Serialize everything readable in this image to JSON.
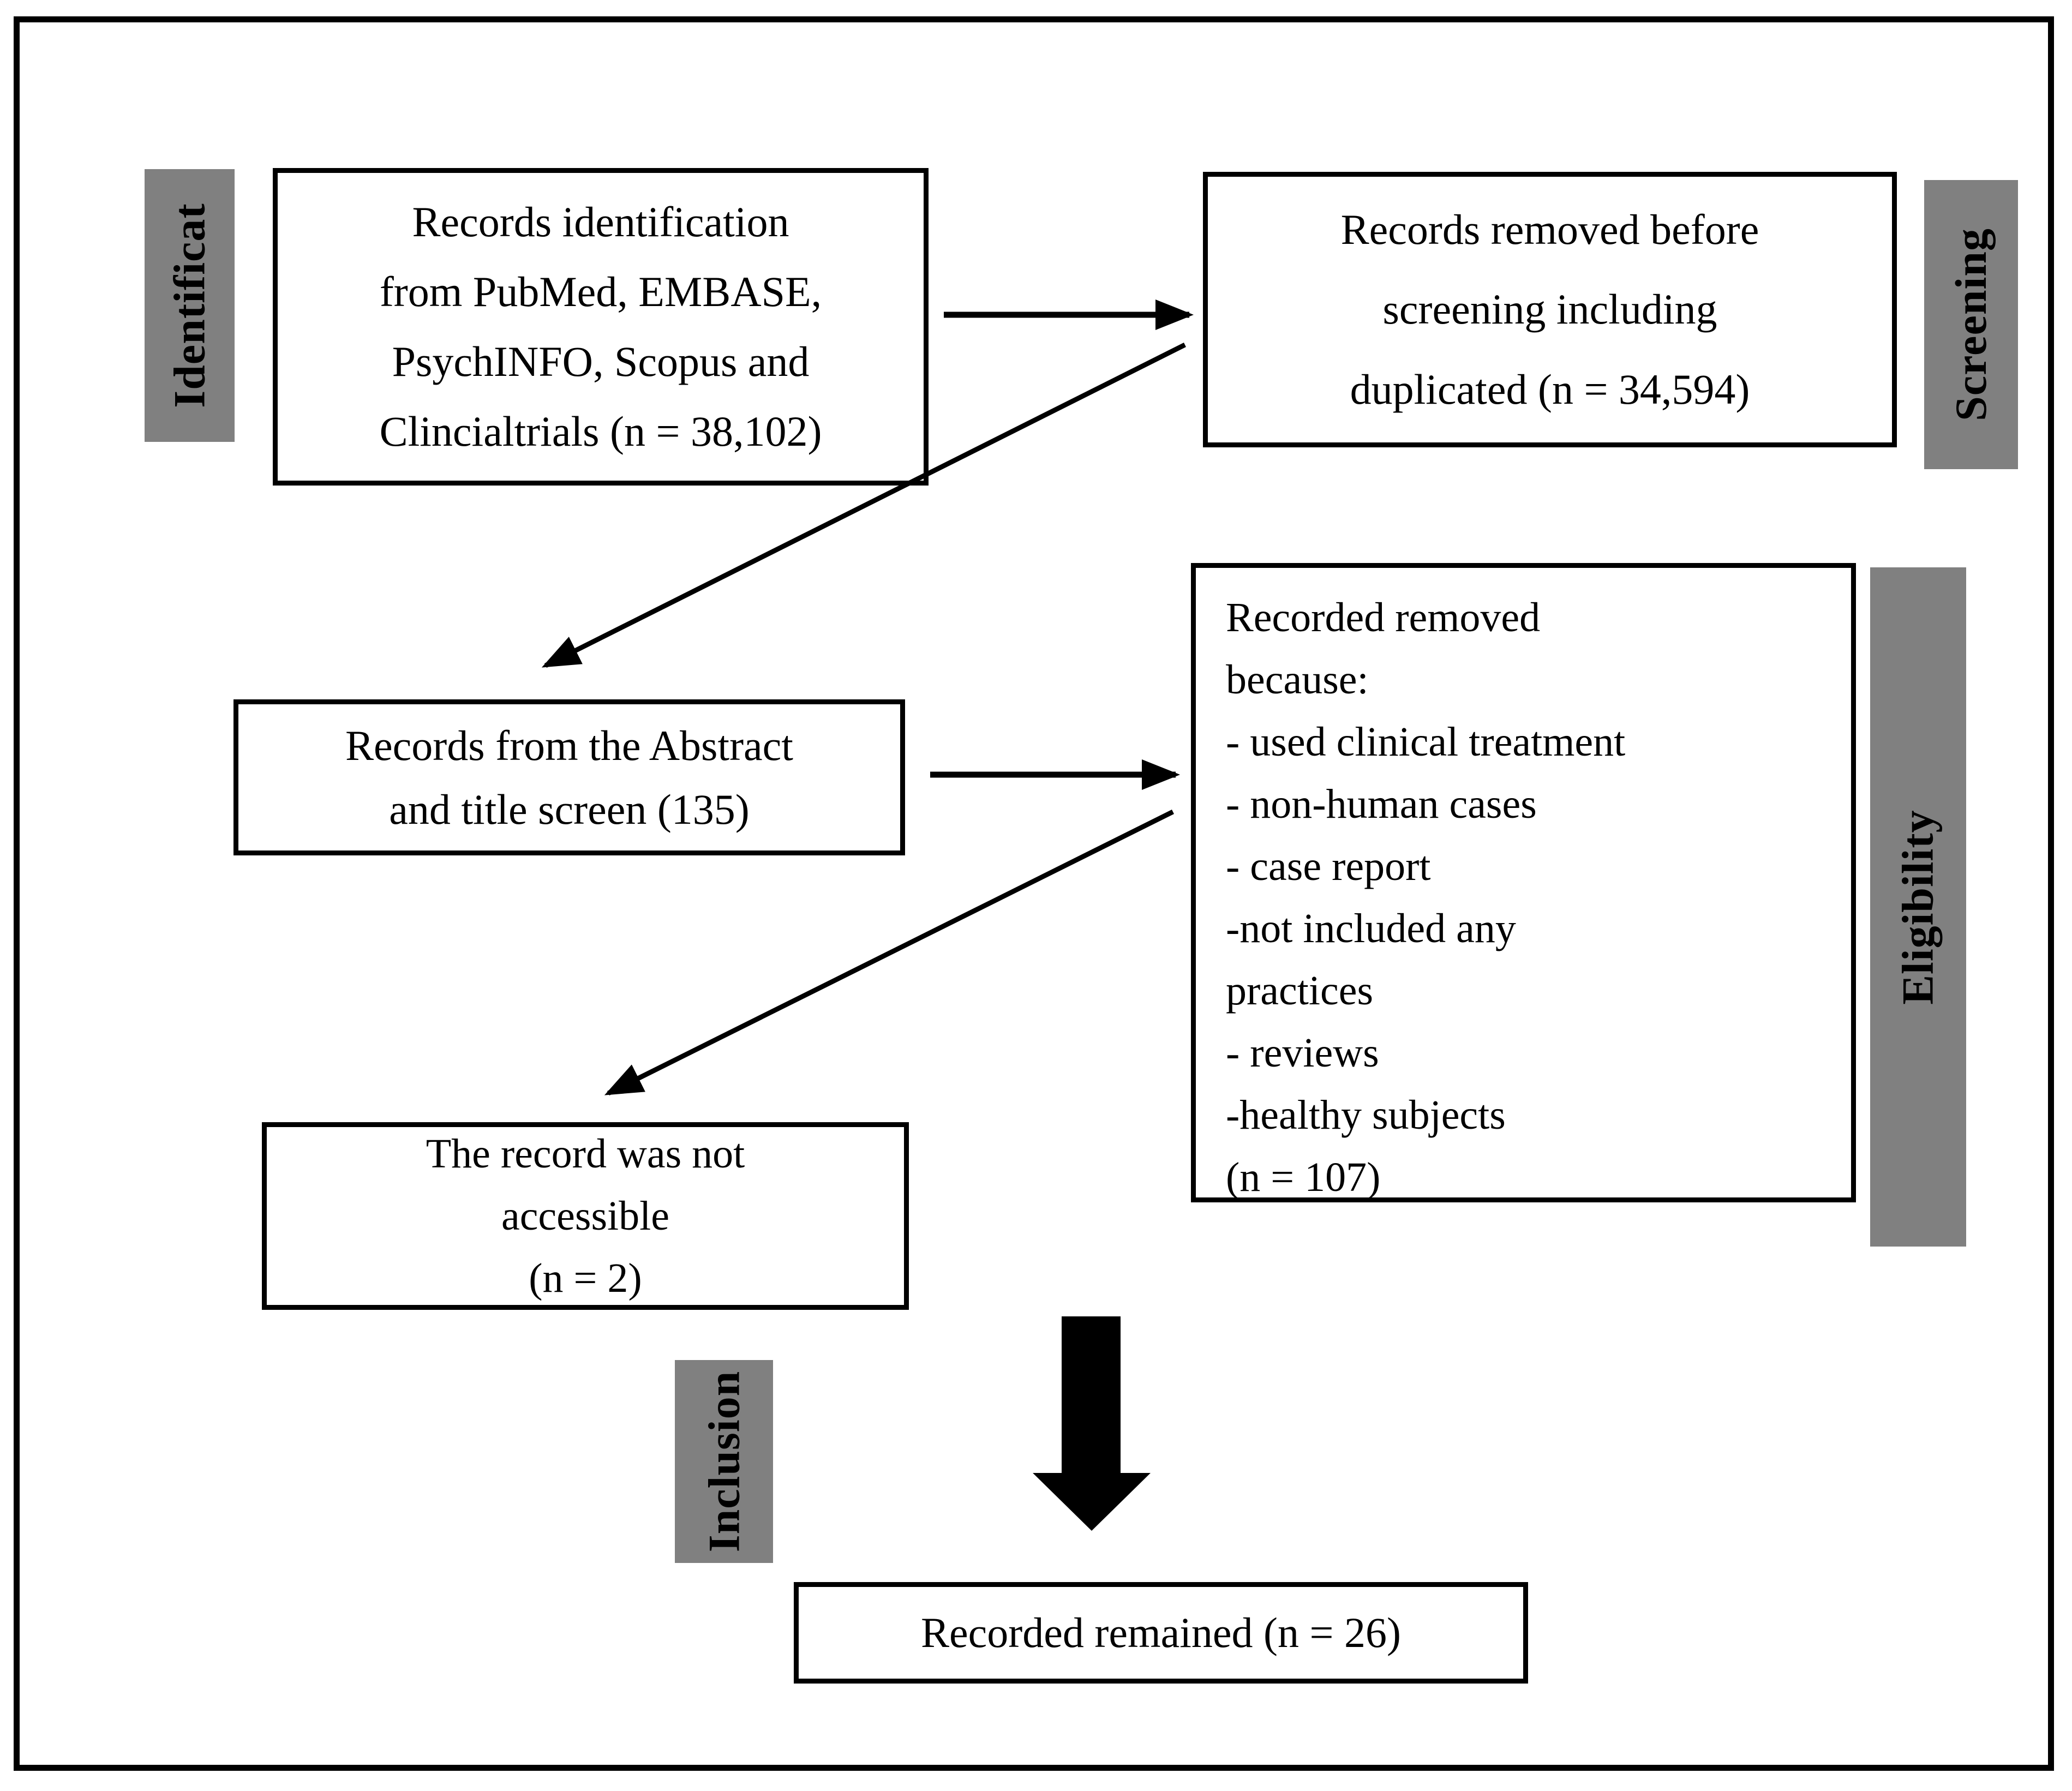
{
  "colors": {
    "stage_bar_bg": "#808080",
    "border": "#000000",
    "background": "#ffffff",
    "arrow": "#000000",
    "text": "#000000"
  },
  "stage_labels": {
    "identification": "Identificat",
    "screening": "Screening",
    "eligibility": "Eligibility",
    "inclusion": "Inclusion"
  },
  "boxes": {
    "identification_records": {
      "lines": [
        "Records identification",
        "from PubMed, EMBASE,",
        "PsychINFO, Scopus and",
        "Clincialtrials (n = 38,102)"
      ]
    },
    "removed_before_screening": {
      "lines": [
        "Records removed before",
        "screening including",
        "duplicated (n = 34,594)"
      ]
    },
    "abstract_title_screen": {
      "lines": [
        "Records from the Abstract",
        "and title screen (135)"
      ]
    },
    "removed_because": {
      "lines": [
        "Recorded removed",
        "because:",
        "- used clinical treatment",
        "- non-human cases",
        "- case report",
        "-not included any",
        "practices",
        "- reviews",
        "-healthy subjects",
        "(n = 107)"
      ]
    },
    "not_accessible": {
      "lines": [
        "The record was not",
        "accessible",
        "(n = 2)"
      ]
    },
    "remained": {
      "lines": [
        "Recorded remained (n = 26)"
      ]
    }
  }
}
